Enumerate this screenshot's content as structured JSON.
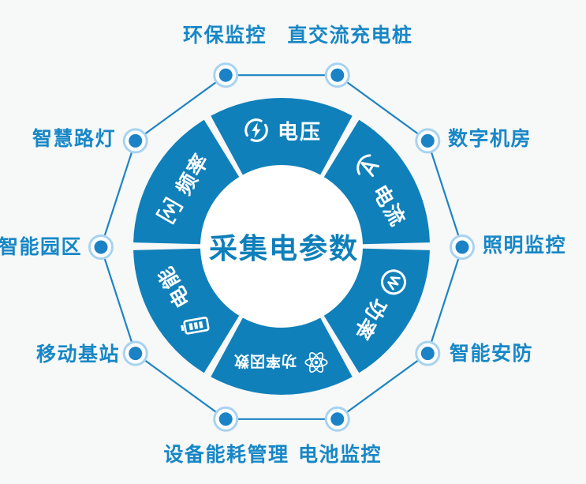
{
  "diagram_type": "circular-feature-wheel",
  "center": {
    "title": "采集电参数"
  },
  "segments": {
    "voltage": {
      "label": "电压",
      "icon": "voltage-icon"
    },
    "current": {
      "label": "电流",
      "icon": "current-ammeter-icon"
    },
    "power": {
      "label": "功率",
      "icon": "power-wave-icon"
    },
    "power_factor": {
      "label": "功率因数",
      "icon": "atom-icon"
    },
    "energy": {
      "label": "电能",
      "icon": "battery-icon"
    },
    "frequency": {
      "label": "频率",
      "icon": "frequency-wave-icon"
    }
  },
  "outer_labels": {
    "env_monitoring": "环保监控",
    "charging_pile": "直交流充电桩",
    "digital_room": "数字机房",
    "lighting_monitoring": "照明监控",
    "smart_security": "智能安防",
    "battery_monitoring": "电池监控",
    "device_energy_mgmt": "设备能耗管理",
    "mobile_base_station": "移动基站",
    "smart_park": "智能园区",
    "smart_street_light": "智慧路灯"
  },
  "colors": {
    "background": "#f7f8f8",
    "ring_fill": "#1080ba",
    "outer_label_text": "#1787c6",
    "center_text": "#0e7fba",
    "segment_text": "#ffffff",
    "node_dot": "#1b83c5",
    "node_ring": "#a8d3ef",
    "connector_line": "#1e84c2",
    "center_circle": "#ffffff"
  }
}
